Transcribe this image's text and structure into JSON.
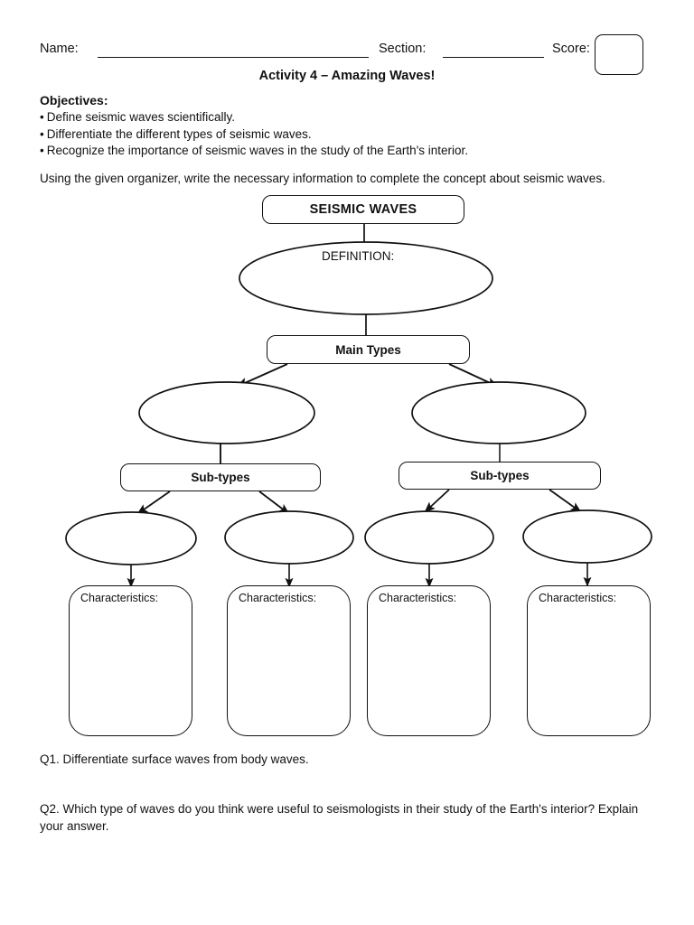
{
  "header": {
    "name_label": "Name:",
    "section_label": "Section:",
    "score_label": "Score:",
    "name_value": "",
    "section_value": "",
    "score_value": "",
    "title": "Activity 4 – Amazing Waves!"
  },
  "objectives": {
    "heading": "Objectives:",
    "bullet": "•",
    "items": [
      "Define seismic waves scientifically.",
      "Differentiate the different types of seismic waves.",
      "Recognize the importance of seismic waves in the study of the Earth's interior."
    ]
  },
  "instruction": "Using the given organizer, write the necessary information to complete the concept about seismic waves.",
  "organizer": {
    "root": "SEISMIC WAVES",
    "definition_label": "DEFINITION:",
    "definition_value": "",
    "main_types": "Main Types",
    "main_type_values": [
      "",
      ""
    ],
    "subtypes_left": "Sub-types",
    "subtypes_right": "Sub-types",
    "subtype_values": [
      "",
      "",
      "",
      ""
    ],
    "characteristics_label": "Characteristics:",
    "characteristics_values": [
      "",
      "",
      "",
      ""
    ]
  },
  "questions": [
    "Q1. Differentiate surface waves from body waves.",
    "Q2. Which type of waves do you think were useful to seismologists in their study of the Earth's interior? Explain your answer."
  ],
  "colors": {
    "ink": "#111111",
    "paper": "#ffffff"
  }
}
